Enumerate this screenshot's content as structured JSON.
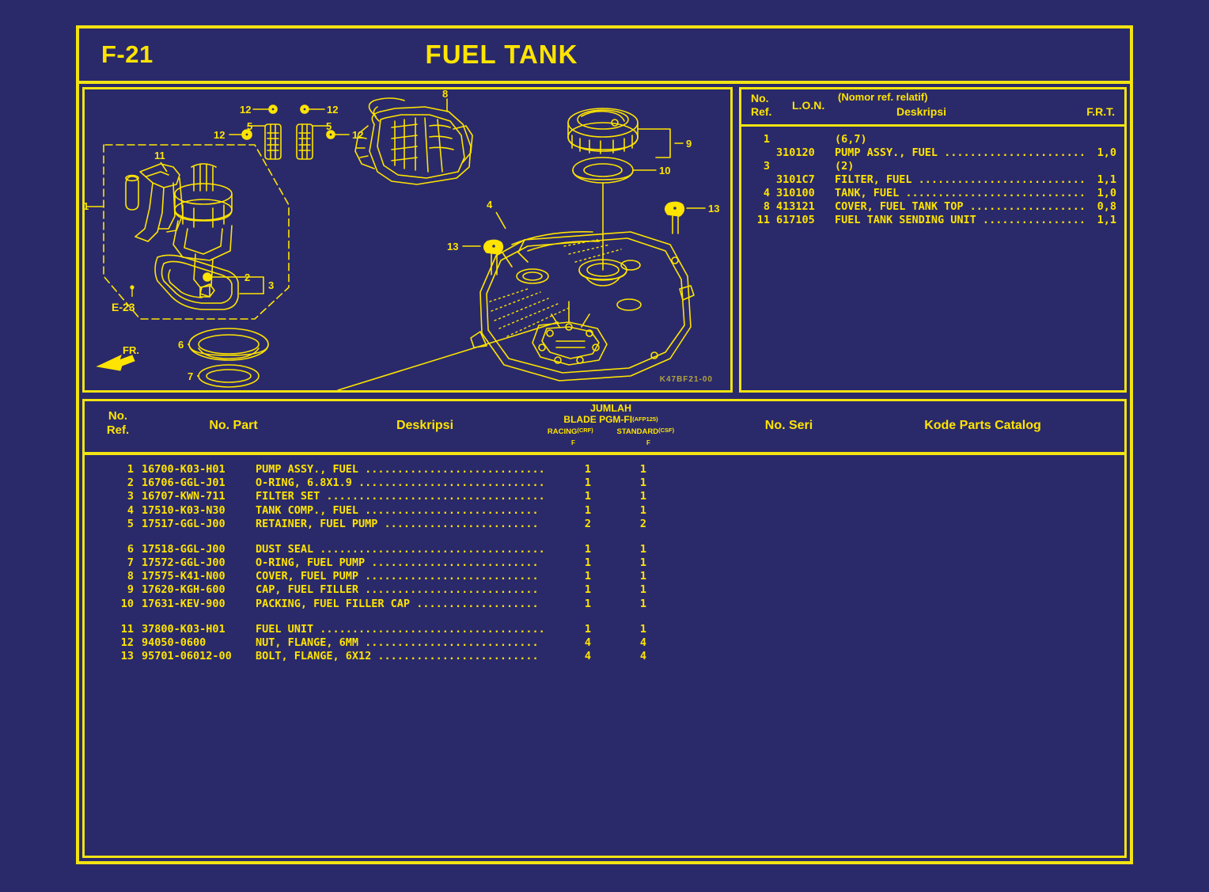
{
  "header": {
    "code": "F-21",
    "title": "FUEL TANK"
  },
  "diagram": {
    "drawing_code": "K47BF21-00",
    "orientation_label": "FR.",
    "reference_label": "E-23",
    "callouts": [
      "1",
      "2",
      "3",
      "4",
      "5",
      "5",
      "6",
      "7",
      "8",
      "9",
      "10",
      "11",
      "12",
      "12",
      "12",
      "12",
      "13",
      "13"
    ]
  },
  "lon_table": {
    "headers": {
      "no_ref": "No.\nRef.",
      "no_ref_l1": "No.",
      "no_ref_l2": "Ref.",
      "lon": "L.O.N.",
      "relative": "(Nomor ref. relatif)",
      "deskripsi": "Deskripsi",
      "frt": "F.R.T."
    },
    "rows": [
      {
        "no": "1",
        "lon": "",
        "desc": "(6,7)",
        "dots": "",
        "frt": ""
      },
      {
        "no": "",
        "lon": "310120",
        "desc": "PUMP ASSY., FUEL ",
        "dots": "...........................",
        "frt": "1,0"
      },
      {
        "no": "3",
        "lon": "",
        "desc": "(2)",
        "dots": "",
        "frt": ""
      },
      {
        "no": "",
        "lon": "3101C7",
        "desc": "FILTER, FUEL ",
        "dots": "..............................",
        "frt": "1,1"
      },
      {
        "no": "4",
        "lon": "310100",
        "desc": "TANK, FUEL ",
        "dots": "................................",
        "frt": "1,0"
      },
      {
        "no": "8",
        "lon": "413121",
        "desc": "COVER, FUEL TANK TOP ",
        "dots": ".......................",
        "frt": "0,8"
      },
      {
        "no": "11",
        "lon": "617105",
        "desc": "FUEL TANK SENDING UNIT ",
        "dots": "...................",
        "frt": "1,1"
      }
    ]
  },
  "parts_table": {
    "headers": {
      "no_ref_l1": "No.",
      "no_ref_l2": "Ref.",
      "no_part": "No. Part",
      "deskripsi": "Deskripsi",
      "jumlah": "JUMLAH",
      "model": "BLADE PGM-FI",
      "model_suffix": "(AFP125)",
      "variant_1": "RACING",
      "variant_1_suffix": "(CRF)",
      "variant_2": "STANDARD",
      "variant_2_suffix": "(CSF)",
      "col_mark_1": "F",
      "col_mark_2": "F",
      "no_seri": "No. Seri",
      "kode_parts_catalog": "Kode Parts Catalog"
    },
    "rows": [
      {
        "no": "1",
        "part": "16700-K03-H01",
        "desc": "PUMP ASSY., FUEL ",
        "dots": "............................",
        "q1": "1",
        "q2": "1",
        "gap": false
      },
      {
        "no": "2",
        "part": "16706-GGL-J01",
        "desc": "O-RING, 6.8X1.9 ",
        "dots": ".............................",
        "q1": "1",
        "q2": "1",
        "gap": false
      },
      {
        "no": "3",
        "part": "16707-KWN-711",
        "desc": "FILTER SET ",
        "dots": "..................................",
        "q1": "1",
        "q2": "1",
        "gap": false
      },
      {
        "no": "4",
        "part": "17510-K03-N30",
        "desc": "TANK COMP., FUEL ",
        "dots": "...........................",
        "q1": "1",
        "q2": "1",
        "gap": false
      },
      {
        "no": "5",
        "part": "17517-GGL-J00",
        "desc": "RETAINER, FUEL PUMP ",
        "dots": "........................",
        "q1": "2",
        "q2": "2",
        "gap": true
      },
      {
        "no": "6",
        "part": "17518-GGL-J00",
        "desc": "DUST SEAL ",
        "dots": "...................................",
        "q1": "1",
        "q2": "1",
        "gap": false
      },
      {
        "no": "7",
        "part": "17572-GGL-J00",
        "desc": "O-RING, FUEL PUMP ",
        "dots": "..........................",
        "q1": "1",
        "q2": "1",
        "gap": false
      },
      {
        "no": "8",
        "part": "17575-K41-N00",
        "desc": "COVER, FUEL PUMP ",
        "dots": "...........................",
        "q1": "1",
        "q2": "1",
        "gap": false
      },
      {
        "no": "9",
        "part": "17620-KGH-600",
        "desc": "CAP, FUEL FILLER ",
        "dots": "...........................",
        "q1": "1",
        "q2": "1",
        "gap": false
      },
      {
        "no": "10",
        "part": "17631-KEV-900",
        "desc": "PACKING, FUEL FILLER CAP ",
        "dots": "...................",
        "q1": "1",
        "q2": "1",
        "gap": true
      },
      {
        "no": "11",
        "part": "37800-K03-H01",
        "desc": "FUEL UNIT ",
        "dots": "...................................",
        "q1": "1",
        "q2": "1",
        "gap": false
      },
      {
        "no": "12",
        "part": "94050-0600",
        "desc": "NUT, FLANGE, 6MM ",
        "dots": "...........................",
        "q1": "4",
        "q2": "4",
        "gap": false
      },
      {
        "no": "13",
        "part": "95701-06012-00",
        "desc": "BOLT, FLANGE, 6X12 ",
        "dots": ".........................",
        "q1": "4",
        "q2": "4",
        "gap": false
      }
    ]
  },
  "colors": {
    "background": "#2a2a6a",
    "line": "#f2e312",
    "text": "#ffe400"
  }
}
